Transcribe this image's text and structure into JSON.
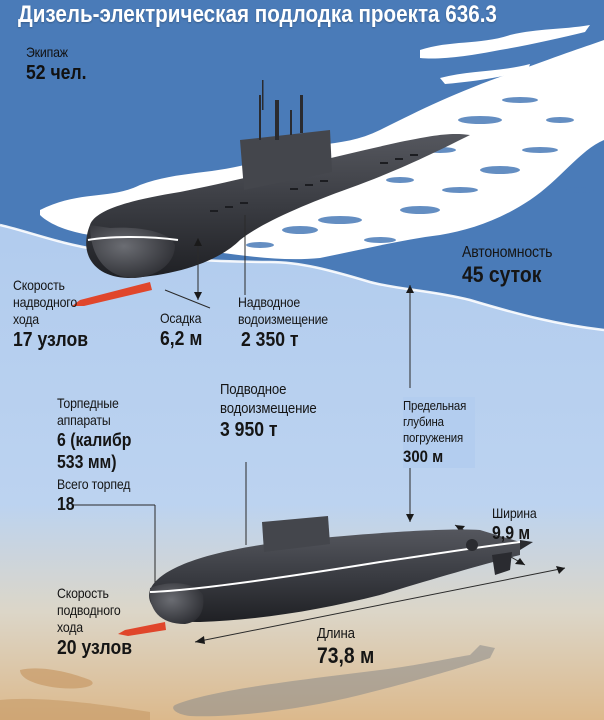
{
  "title": "Дизель-электрическая подлодка проекта 636.3",
  "colors": {
    "surface_sea": "#4a7bb8",
    "underwater": "#b3cdef",
    "foam": "#ffffff",
    "hull": "#3a3c42",
    "speed_arrow": "#e0462b",
    "seabed": "#d9b88e",
    "text": "#151515"
  },
  "specs": {
    "crew": {
      "label": "Экипаж",
      "value": "52 чел."
    },
    "surface_speed": {
      "label_lines": [
        "Скорость",
        "надводного",
        "хода"
      ],
      "value": "17 узлов"
    },
    "draft": {
      "label": "Осадка",
      "value": "6,2 м"
    },
    "surface_displacement": {
      "label_lines": [
        "Надводное",
        "водоизмещение"
      ],
      "value": "2 350 т"
    },
    "autonomy": {
      "label": "Автономность",
      "value": "45 суток"
    },
    "torpedo_tubes": {
      "label_lines": [
        "Торпедные",
        "аппараты"
      ],
      "value_lines": [
        "6 (калибр",
        "533 мм)"
      ]
    },
    "total_torpedoes": {
      "label": "Всего торпед",
      "value": "18"
    },
    "submerged_displacement": {
      "label_lines": [
        "Подводное",
        "водоизмещение"
      ],
      "value": "3 950 т"
    },
    "max_depth": {
      "label_lines": [
        "Предельная",
        "глубина",
        "погружения"
      ],
      "value": "300 м"
    },
    "beam": {
      "label": "Ширина",
      "value": "9,9 м"
    },
    "submerged_speed": {
      "label_lines": [
        "Скорость",
        "подводного",
        "хода"
      ],
      "value": "20 узлов"
    },
    "length": {
      "label": "Длина",
      "value": "73,8 м"
    }
  }
}
